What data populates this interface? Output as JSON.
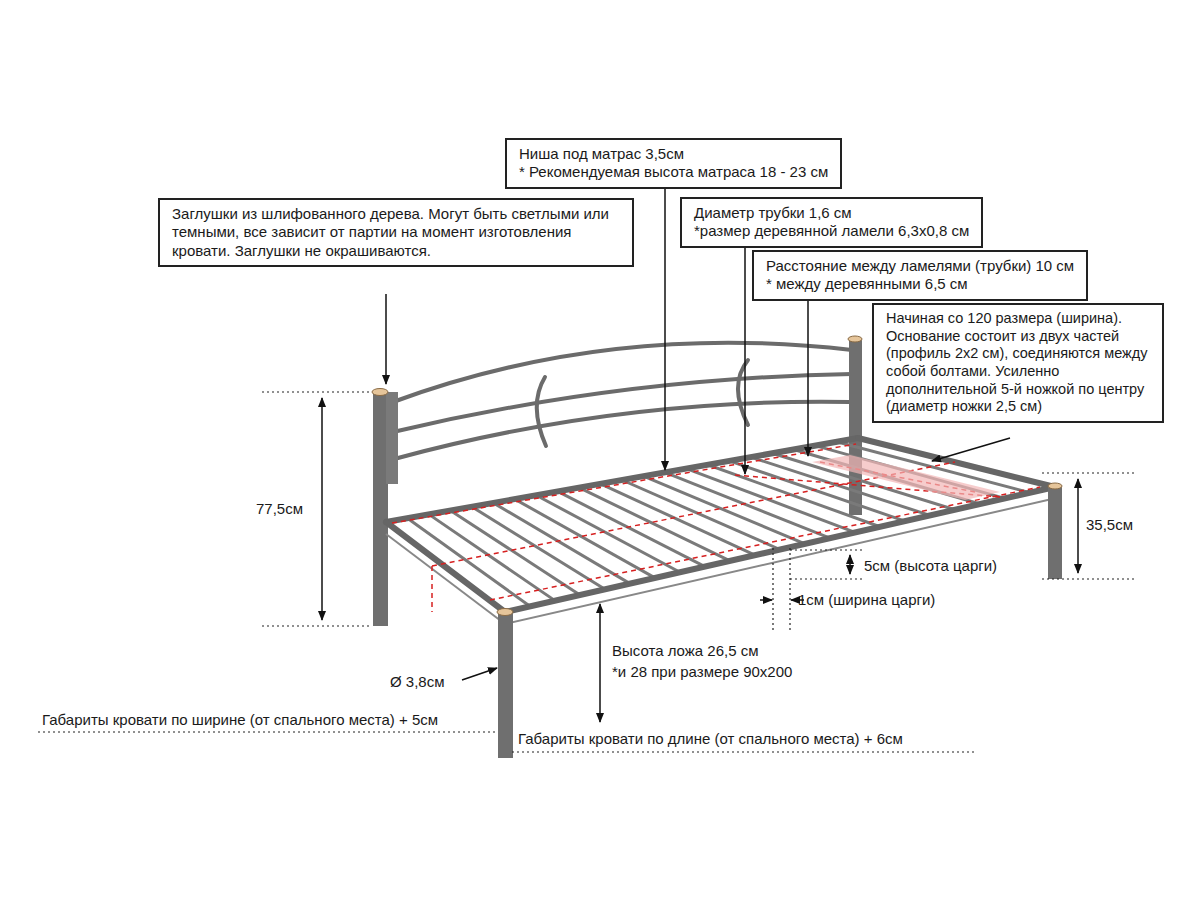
{
  "diagram": {
    "nodes": [
      {
        "text": [
          "Заглушки из шлифованного дерева. Могут быть светлыми или темными, все зависит от партии на момент изготовления кровати. Заглушки не окрашиваются."
        ]
      },
      {
        "text": [
          "Ниша под матрас 3,5см",
          "* Рекомендуемая высота матраса 18 - 23 см"
        ]
      },
      {
        "text": [
          "Диаметр трубки 1,6 см",
          "*размер деревянной ламели 6,3x0,8 см"
        ]
      },
      {
        "text": [
          "Расстояние между ламелями (трубки) 10 см",
          "* между деревянными 6,5 см"
        ]
      },
      {
        "text": [
          "Начиная со 120 размера (ширина). Основание состоит из двух частей (профиль 2x2 см), соединяются между собой болтами. Усиленно дополнительной 5-й ножкой по центру (диаметр ножки 2,5 см)"
        ]
      }
    ],
    "labels": [
      "77,5см",
      "35,5см",
      "5см (высота царги)",
      "1см (ширина царги)",
      "Высота ложа 26,5 см",
      "*и 28 при размере 90x200",
      "Ø 3,8см",
      "Габариты кровати по ширине (от спального места) + 5см",
      "Габариты кровати по длине (от спального места) + 6см"
    ]
  }
}
